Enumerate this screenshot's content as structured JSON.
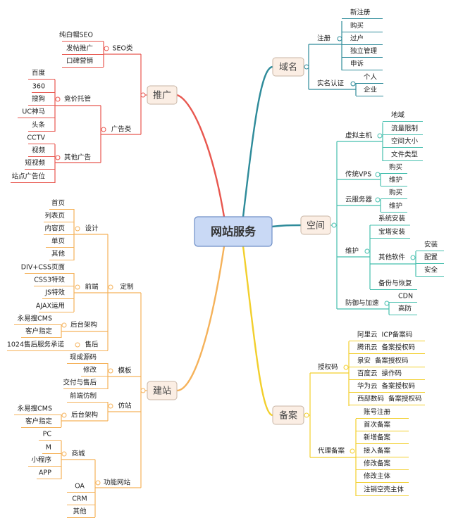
{
  "center": "网站服务",
  "colors": {
    "tuiguang": "#e8574f",
    "jianzhan": "#f5b25a",
    "yuming": "#2e8b9a",
    "kongjian": "#45bfae",
    "beian": "#f2cf2c",
    "center_fill": "#c9d9f5",
    "box_fill": "#fbeee4"
  },
  "tuiguang": {
    "label": "推广",
    "seo": {
      "label": "SEO类",
      "items": [
        "纯白帽SEO",
        "发帖推广",
        "口碑营销"
      ]
    },
    "ads": {
      "label": "广告类",
      "bidding": {
        "label": "竞价托管",
        "items": [
          "百度",
          "360",
          "搜狗",
          "UC神马",
          "头条"
        ]
      },
      "other": {
        "label": "其他广告",
        "items": [
          "CCTV",
          "视频",
          "短视频",
          "站点广告位"
        ]
      }
    }
  },
  "jianzhan": {
    "label": "建站",
    "custom": {
      "label": "定制",
      "design": {
        "label": "设计",
        "items": [
          "首页",
          "列表页",
          "内容页",
          "单页",
          "其他"
        ]
      },
      "frontend": {
        "label": "前端",
        "items": [
          "DIV+CSS页面",
          "CSS3特效",
          "JS特效",
          "AJAX运用"
        ]
      },
      "backend": {
        "label": "后台架构",
        "items": [
          "永易搜CMS",
          "客户指定"
        ]
      },
      "aftersale": {
        "label": "售后",
        "items": [
          "1024售后服务承诺"
        ]
      }
    },
    "template": {
      "label": "模板",
      "items": [
        "现成源码",
        "修改",
        "交付与售后"
      ]
    },
    "clone": {
      "label": "仿站",
      "frontend": "前端仿制",
      "backend": {
        "label": "后台架构",
        "items": [
          "永易搜CMS",
          "客户指定"
        ]
      }
    },
    "functional": {
      "label": "功能网站",
      "mall": {
        "label": "商城",
        "items": [
          "PC",
          "M",
          "小程序",
          "APP"
        ]
      },
      "items": [
        "OA",
        "CRM",
        "其他"
      ]
    }
  },
  "yuming": {
    "label": "域名",
    "register": {
      "label": "注册",
      "items": [
        "新注册",
        "购买",
        "过户",
        "独立管理",
        "申诉"
      ]
    },
    "realname": {
      "label": "实名认证",
      "items": [
        "个人",
        "企业"
      ]
    }
  },
  "kongjian": {
    "label": "空间",
    "vhost": {
      "label": "虚拟主机",
      "items": [
        "地域",
        "流量限制",
        "空间大小",
        "文件类型"
      ]
    },
    "vps": {
      "label": "传统VPS",
      "items": [
        "购买",
        "维护"
      ]
    },
    "cloud": {
      "label": "云服务器",
      "items": [
        "购买",
        "维护"
      ]
    },
    "maint": {
      "label": "维护",
      "sys": "系统安装",
      "bt": "宝塔安装",
      "software": {
        "label": "其他软件",
        "items": [
          "安装",
          "配置",
          "安全"
        ]
      },
      "backup": "备份与恢复"
    },
    "defense": {
      "label": "防御与加速",
      "items": [
        "CDN",
        "高防"
      ]
    }
  },
  "beian": {
    "label": "备案",
    "auth": {
      "label": "授权码",
      "items": [
        "阿里云  ICP备案码",
        "腾讯云  备案授权码",
        "景安  备案授权码",
        "百度云  操作码",
        "华为云  备案授权码",
        "西部数码  备案授权码"
      ]
    },
    "agent": {
      "label": "代理备案",
      "items": [
        "账号注册",
        "首次备案",
        "新增备案",
        "接入备案",
        "修改备案",
        "修改主体",
        "注销空壳主体"
      ]
    }
  }
}
